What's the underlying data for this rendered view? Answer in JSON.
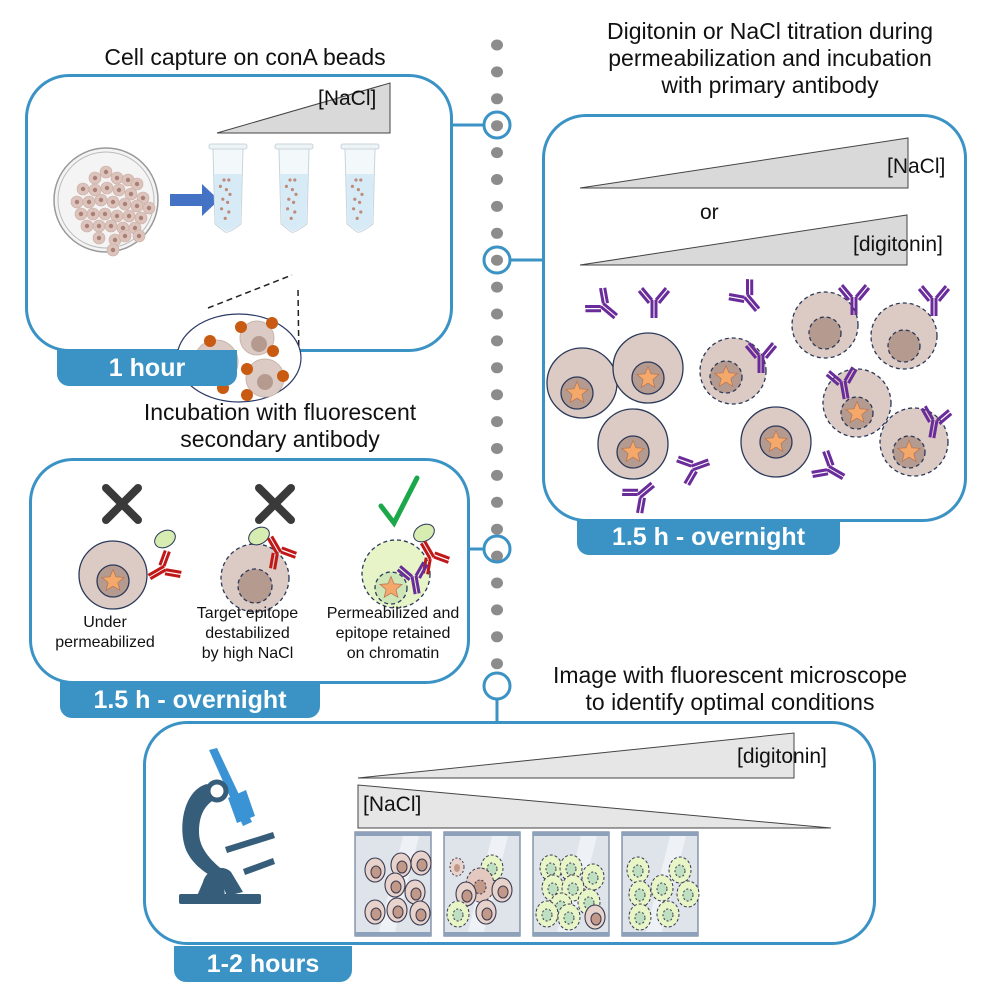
{
  "steps": [
    {
      "id": "cell-capture",
      "title": "Cell capture on conA beads",
      "wedge_label": "[NaCl]",
      "duration": "1 hour"
    },
    {
      "id": "titration",
      "title": "Digitonin or NaCl titration during permeabilization and incubation with primary antibody",
      "title_lines": [
        "Digitonin or NaCl titration during",
        "permeabilization and incubation",
        "with primary antibody"
      ],
      "wedge_label_1": "[NaCl]",
      "or_label": "or",
      "wedge_label_2": "[digitonin]",
      "duration": "1.5 h - overnight"
    },
    {
      "id": "secondary",
      "title_lines": [
        "Incubation with fluorescent",
        "secondary antibody"
      ],
      "outcomes": [
        {
          "mark": "cross",
          "caption_lines": [
            "Under",
            "permeabilized"
          ]
        },
        {
          "mark": "cross",
          "caption_lines": [
            "Target epitope",
            "destabilized",
            "by high NaCl"
          ]
        },
        {
          "mark": "check",
          "caption_lines": [
            "Permeabilized and",
            "epitope retained",
            "on chromatin"
          ]
        }
      ],
      "duration": "1.5 h - overnight"
    },
    {
      "id": "imaging",
      "title_lines": [
        "Image with fluorescent microscope",
        "to identify optimal conditions"
      ],
      "wedge_label_digitonin": "[digitonin]",
      "wedge_label_nacl": "[NaCl]",
      "duration": "1-2 hours"
    }
  ],
  "colors": {
    "accent": "#3a93c4",
    "timeline_dot": "#8c8c8c",
    "cell": "#dccbc4",
    "nucleus": "#b59a90",
    "star": "#f4a86a",
    "primary_antibody": "#6a2c9a",
    "secondary_antibody": "#c01818",
    "fluorophore": "#d7ecb0",
    "bead": "#c85a12",
    "arrow": "#4472c4",
    "cross": "#3a3a3a",
    "check": "#1aa84a",
    "microscope_dark": "#365d7a",
    "microscope_light": "#3a93d4"
  }
}
